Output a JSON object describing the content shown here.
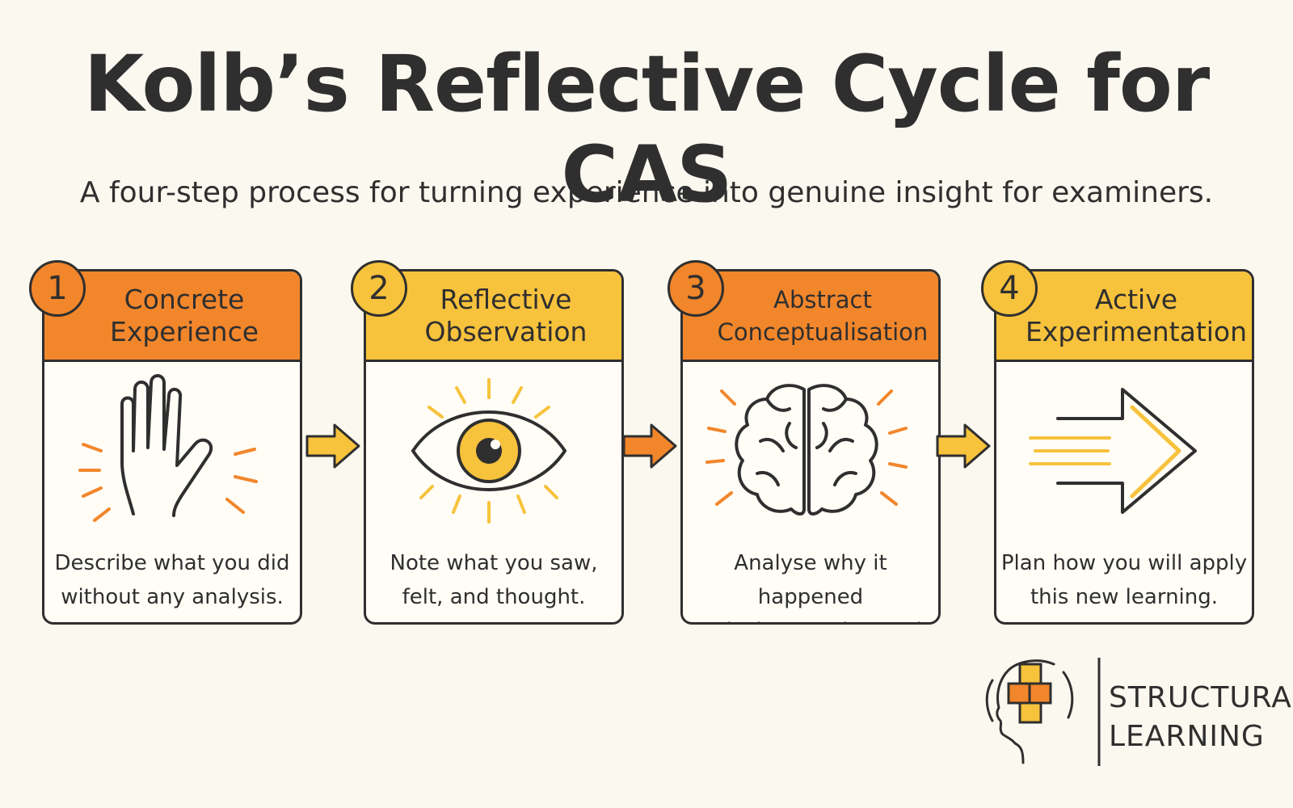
{
  "title": "Kolb’s Reflective Cycle for CAS",
  "subtitle": "A four-step process for turning experience into genuine insight for examiners.",
  "colors": {
    "orange": "#f2862b",
    "yellow": "#f7c23c",
    "ink": "#2f2f2f",
    "background": "#fbf8ef"
  },
  "steps": [
    {
      "number": "1",
      "title_line1": "Concrete",
      "title_line2": "Experience",
      "icon": "hand-icon",
      "desc_line1": "Describe what you did",
      "desc_line2": "without any analysis."
    },
    {
      "number": "2",
      "title_line1": "Reflective",
      "title_line2": "Observation",
      "icon": "eye-icon",
      "desc_line1": "Note what you saw,",
      "desc_line2": "felt, and thought."
    },
    {
      "number": "3",
      "title_line1": "Abstract",
      "title_line2": "Conceptualisation",
      "icon": "brain-icon",
      "desc_line1": "Analyse why it happened",
      "desc_line2": "and what you learned."
    },
    {
      "number": "4",
      "title_line1": "Active",
      "title_line2": "Experimentation",
      "icon": "forward-arrow-icon",
      "desc_line1": "Plan how you will apply",
      "desc_line2": "this new learning."
    }
  ],
  "logo": {
    "line1": "STRUCTURAL",
    "line2": "LEARNING"
  }
}
